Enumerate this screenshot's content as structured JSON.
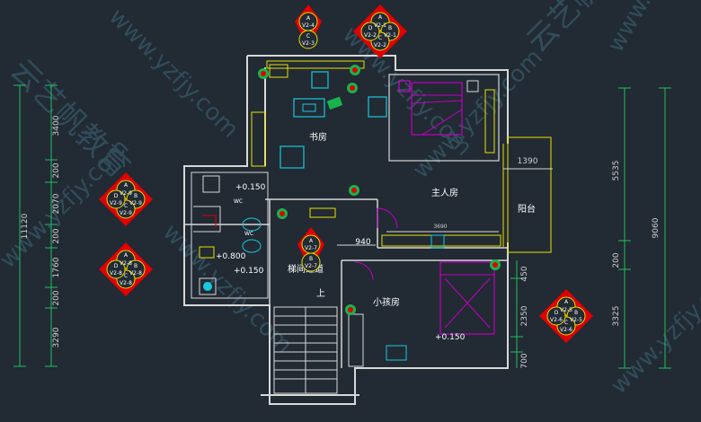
{
  "rooms": {
    "study": "书房",
    "master_bedroom": "主人房",
    "balcony": "阳台",
    "corridor": "梯间过道",
    "small_bedroom": "小孩房",
    "stair_up": "上"
  },
  "levels": {
    "bath_a": "+0.150",
    "bath_b": "+0.800",
    "bath_c": "+0.150",
    "small_room": "+0.150"
  },
  "room_labels": {
    "wc": "WC",
    "wc2": "WC"
  },
  "dimensions": {
    "right_1390": "1390",
    "left_3400": "3400",
    "left_200a": "200",
    "left_2070": "2070",
    "left_200b": "200",
    "left_1760": "1760",
    "left_200c": "200",
    "left_3290": "3290",
    "left_11120": "11120",
    "center_940": "940",
    "center_3690": "3690",
    "right_5535": "5535",
    "right_9060": "9060",
    "right_200": "200",
    "right_3325": "3325",
    "right_450": "450",
    "right_2350": "2350",
    "right_700": "700"
  },
  "elevation_markers": [
    {
      "id": "marker-top-left",
      "labels": [
        "A",
        "V2-4",
        "C",
        "V2-3"
      ]
    },
    {
      "id": "marker-top-right",
      "labels": [
        "A",
        "V2-1",
        "D",
        "V2-2",
        "B",
        "V2-1",
        "C",
        "V2-2"
      ]
    },
    {
      "id": "marker-left-upper",
      "labels": [
        "A",
        "V2-9",
        "D",
        "V2-9",
        "B",
        "V2-9",
        "C",
        "V2-9"
      ]
    },
    {
      "id": "marker-left-lower",
      "labels": [
        "A",
        "V2-8",
        "D",
        "V2-8",
        "B",
        "V2-8",
        "C",
        "V2-8"
      ]
    },
    {
      "id": "marker-center",
      "labels": [
        "A",
        "V2-7",
        "B",
        "V2-7"
      ]
    },
    {
      "id": "marker-right",
      "labels": [
        "A",
        "V2-5",
        "D",
        "V2-6",
        "B",
        "V2-5",
        "C",
        "V2-6"
      ]
    }
  ],
  "watermark": {
    "brand": "云艺帆教育",
    "url": "www.yzfjy.com"
  },
  "colors": {
    "background": "#222a33",
    "wall": "#d8d8d8",
    "yellow": "#e8e000",
    "magenta": "#c000c0",
    "cyan": "#18c8e0",
    "green": "#19b34c",
    "red": "#e00000",
    "dim": "#20c060"
  }
}
